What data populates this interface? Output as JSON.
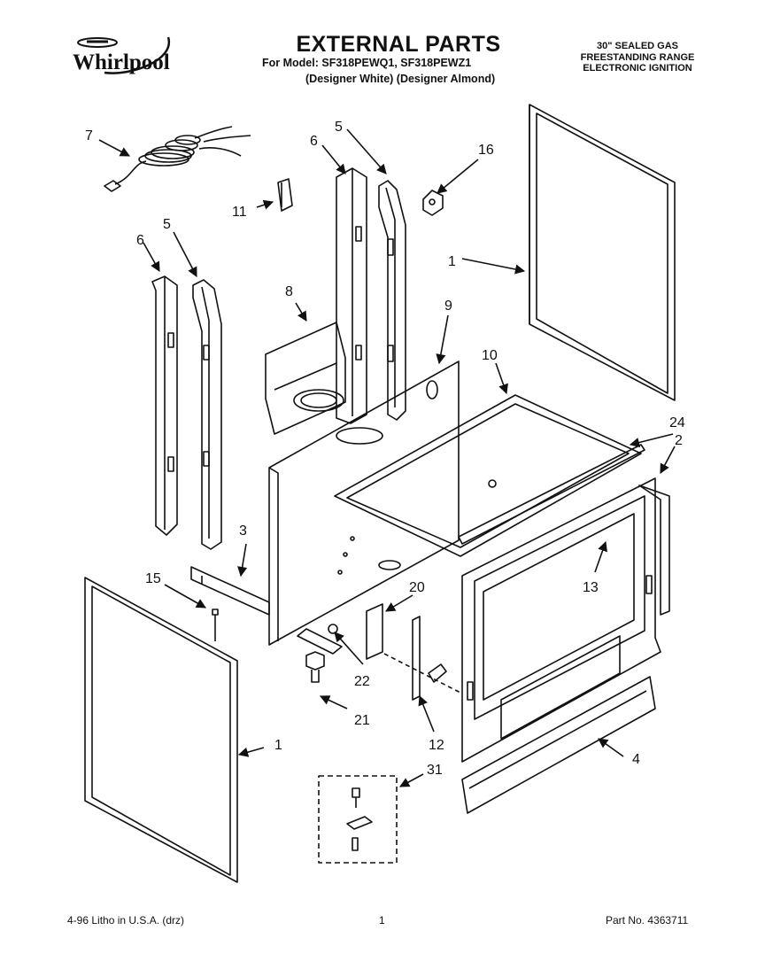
{
  "header": {
    "brand": "Whirlpool",
    "title": "EXTERNAL PARTS",
    "model_line": "For Model: SF318PEWQ1, SF318PEWZ1",
    "variants_line": "(Designer White) (Designer Almond)",
    "product_lines": [
      "30\" SEALED GAS",
      "FREESTANDING RANGE",
      "ELECTRONIC IGNITION"
    ]
  },
  "callouts": {
    "c1a": "1",
    "c1b": "1",
    "c2": "2",
    "c3": "3",
    "c4": "4",
    "c5a": "5",
    "c5b": "5",
    "c6a": "6",
    "c6b": "6",
    "c7": "7",
    "c8": "8",
    "c9": "9",
    "c10": "10",
    "c11": "11",
    "c12": "12",
    "c13": "13",
    "c15": "15",
    "c16": "16",
    "c20": "20",
    "c21": "21",
    "c22": "22",
    "c24": "24",
    "c31": "31"
  },
  "footer": {
    "litho": "4-96 Litho in U.S.A. (drz)",
    "page": "1",
    "part_no": "Part No. 4363711"
  }
}
